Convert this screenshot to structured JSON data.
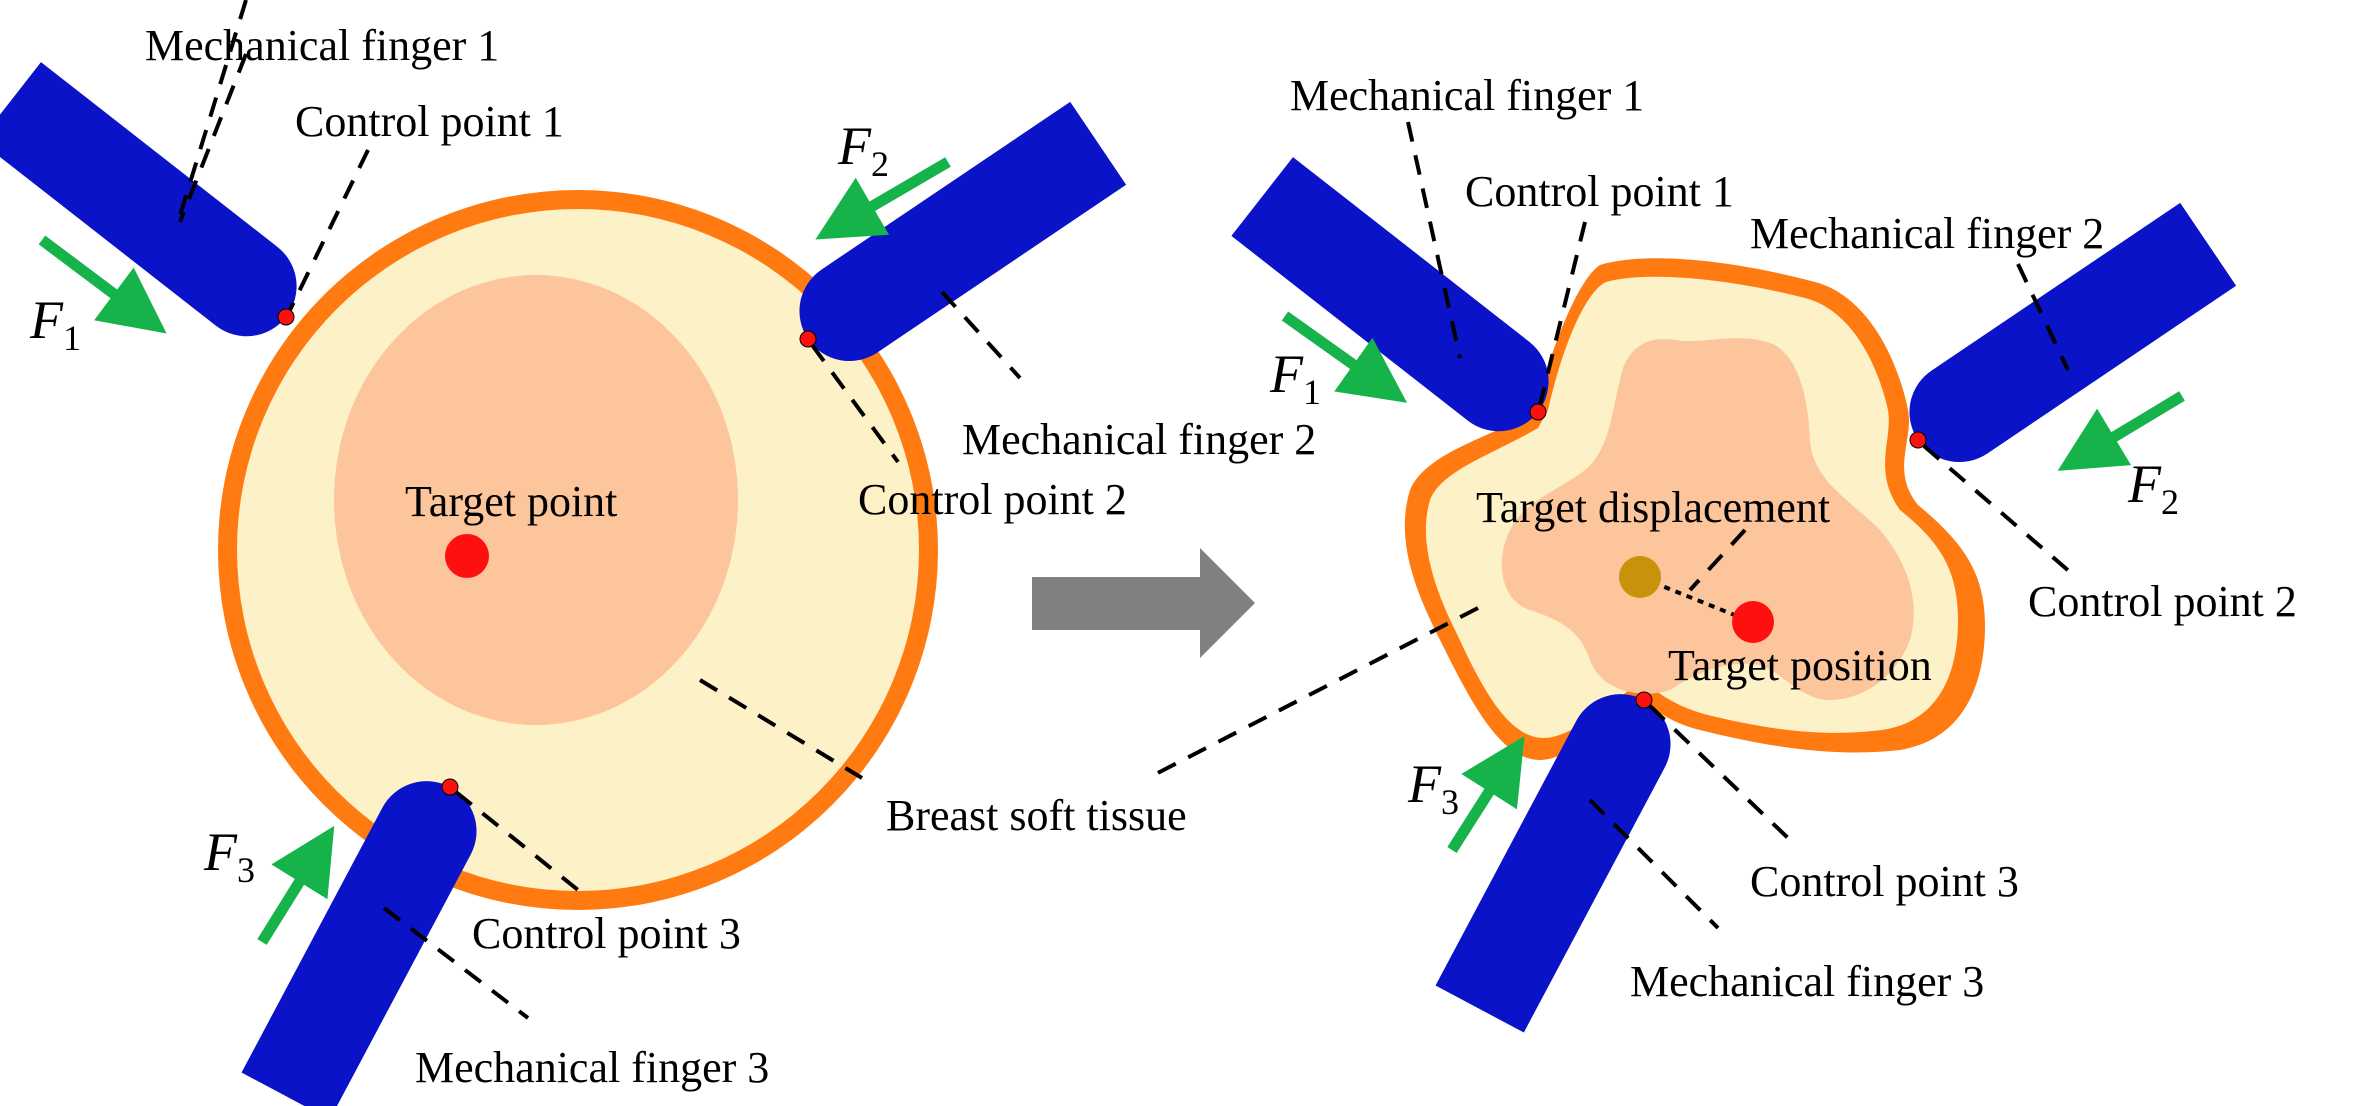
{
  "colors": {
    "finger": "#0a13c8",
    "tissue_rim": "#ff7a10",
    "tissue_outer": "#fdf1c8",
    "tissue_inner": "#fcc59c",
    "target": "#ff1010",
    "displaced_target": "#c8920a",
    "force_arrow": "#16b24a",
    "process_arrow": "#808080"
  },
  "left_panel": {
    "finger1_label": "Mechanical finger 1",
    "control1_label": "Control point 1",
    "finger2_label": "Mechanical finger 2",
    "control2_label": "Control point 2",
    "finger3_label": "Mechanical finger 3",
    "control3_label": "Control point 3",
    "target_label": "Target point",
    "forces": {
      "f1": "F",
      "f1_sub": "1",
      "f2": "F",
      "f2_sub": "2",
      "f3": "F",
      "f3_sub": "3"
    }
  },
  "right_panel": {
    "finger1_label": "Mechanical finger 1",
    "control1_label": "Control point 1",
    "finger2_label": "Mechanical finger 2",
    "control2_label": "Control point 2",
    "finger3_label": "Mechanical finger 3",
    "control3_label": "Control point 3",
    "displacement_label": "Target displacement",
    "position_label": "Target position",
    "forces": {
      "f1": "F",
      "f1_sub": "1",
      "f2": "F",
      "f2_sub": "2",
      "f3": "F",
      "f3_sub": "3"
    }
  },
  "shared": {
    "tissue_label": "Breast soft tissue"
  }
}
